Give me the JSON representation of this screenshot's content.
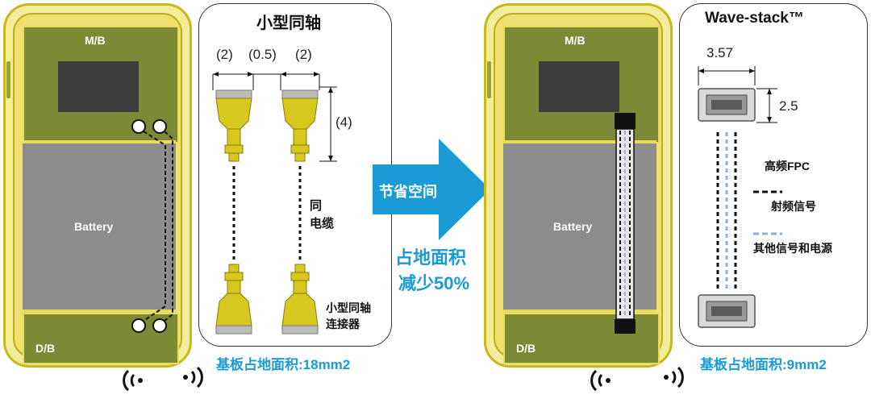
{
  "left_phone": {
    "mb_label": "M/B",
    "db_label": "D/B",
    "battery_label": "Battery"
  },
  "left_panel": {
    "title": "小型同轴",
    "dim_top": [
      "(2)",
      "(0.5)",
      "(2)"
    ],
    "dim_side": "(4)",
    "cable_label_line1": "同",
    "cable_label_line2": "电缆",
    "connector_label_line1": "小型同轴",
    "connector_label_line2": "连接器"
  },
  "left_caption": "基板占地面积:18mm2",
  "arrow": {
    "label": "节省空间",
    "subtitle_line1": "占地面积",
    "subtitle_line2": "减少50%"
  },
  "right_phone": {
    "mb_label": "M/B",
    "db_label": "D/B",
    "battery_label": "Battery"
  },
  "right_panel": {
    "title": "Wave-stack™",
    "dim_width": "3.57",
    "dim_height": "2.5",
    "legend_fpc": "高频FPC",
    "legend_rf": "射频信号",
    "legend_other": "其他信号和电源"
  },
  "right_caption": "基板占地面积:9mm2",
  "colors": {
    "accent_blue": "#1a9ad6",
    "board_green": "#7c8a35",
    "frame_yellow": "#c9b81c",
    "connector_yellow": "#d6c81e",
    "signal_blue": "#8fb0dc"
  },
  "icons": [
    "wireless-signal-icon",
    "wireless-signal-icon"
  ]
}
